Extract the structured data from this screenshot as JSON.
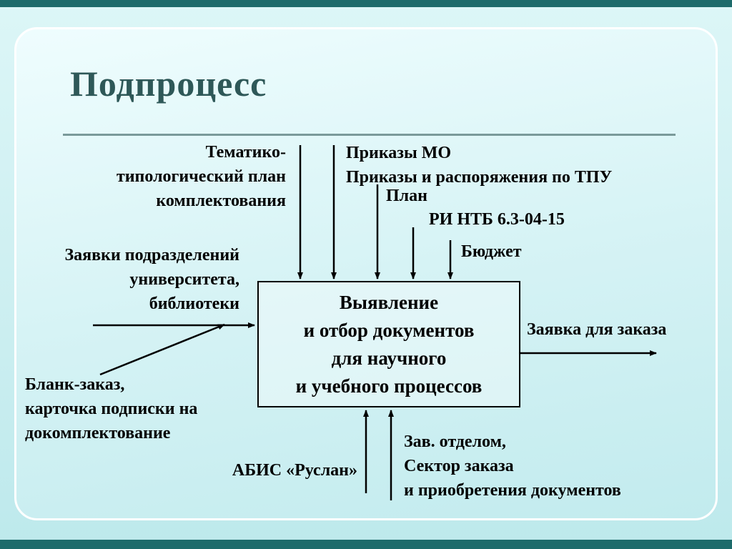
{
  "title": "Подпроцесс",
  "process_box": "Выявление\nи отбор документов\nдля научного\nи учебного процессов",
  "labels": {
    "tematiko": "Тематико-\nтипологический план\nкомплектования",
    "prikazy_mo": "Приказы МО",
    "prikazy_tpu": "Приказы и распоряжения по ТПУ",
    "plan": "План",
    "ri_ntb": "РИ НТБ 6.3-04-15",
    "budget": "Бюджет",
    "zayavki": "Заявки подразделений\nуниверситета,\nбиблиотеки",
    "blank_zakaz": "Бланк-заказ,\nкарточка подписки на\nдокомплектование",
    "zayavka_zakaza": "Заявка для заказа",
    "abis": "АБИС «Руслан»",
    "zav_otdelom": "Зав. отделом,\nСектор заказа\nи приобретения документов"
  },
  "colors": {
    "title": "#2e5858",
    "frame_border": "#ffffff",
    "dark_edge": "#1d6b6b",
    "divider": "#7a9a9a",
    "text": "#000000",
    "background": "#cdeff1"
  }
}
